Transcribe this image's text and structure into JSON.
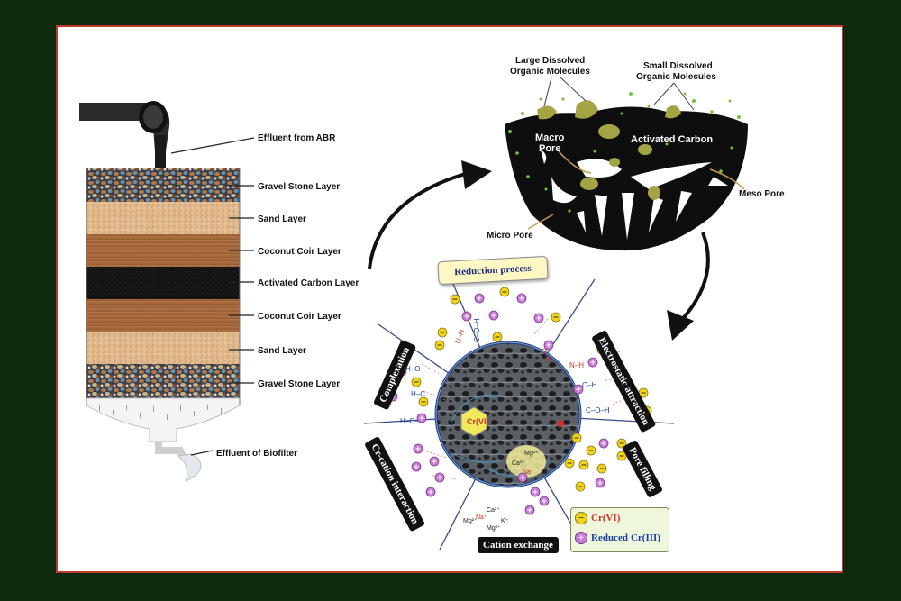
{
  "filter": {
    "labels": {
      "effluent_in": "Effluent from ABR",
      "gravel_top": "Gravel Stone Layer",
      "sand_top": "Sand Layer",
      "coir_top": "Coconut Coir Layer",
      "carbon": "Activated Carbon Layer",
      "coir_bottom": "Coconut Coir Layer",
      "sand_bottom": "Sand Layer",
      "gravel_bottom": "Gravel Stone Layer",
      "effluent_out": "Effluent of Biofilter"
    }
  },
  "carbon_view": {
    "large_molecules": "Large Dissolved\nOrganic Molecules",
    "large_molecules_l1": "Large Dissolved",
    "large_molecules_l2": "Organic Molecules",
    "small_molecules_l1": "Small Dissolved",
    "small_molecules_l2": "Organic Molecules",
    "macro_pore_l1": "Macro",
    "macro_pore_l2": "Pore",
    "activated_carbon": "Activated Carbon",
    "meso_pore": "Meso Pore",
    "micro_pore": "Micro Pore"
  },
  "mechanisms": {
    "reduction": "Reduction process",
    "electrostatic": "Electrostatic attraction",
    "pore_filling": "Pore filling",
    "cation_exchange": "Cation exchange",
    "cation_interaction": "Cr-cation interaction",
    "complexation": "Complexation"
  },
  "chem": {
    "h_o": "H–O",
    "hc": "H–C",
    "hoc": "H–O–C",
    "cooh": "C–O–H",
    "o_h": "O–H",
    "n_h2": "N–H",
    "oh2": "O–H",
    "coh2": "C–O–H",
    "mg": "Mg²⁺",
    "ca": "Ca²⁺",
    "na": "Na⁺",
    "k": "K⁺"
  },
  "legend": {
    "cr6": "Cr(VI)",
    "cr3_prefix": "Reduced ",
    "cr3": "Cr(III)",
    "minus_symbol": "−",
    "plus_symbol": "+"
  },
  "colors": {
    "background": "#0d2a0e",
    "frame_border": "#c0392b",
    "cr6": "#d32f2f",
    "cr3": "#1b3fa0",
    "anion_dot": "#f2d31b",
    "cation_dot": "#c77dd6",
    "molecule": "#a3a545",
    "carbon": "#111111"
  }
}
